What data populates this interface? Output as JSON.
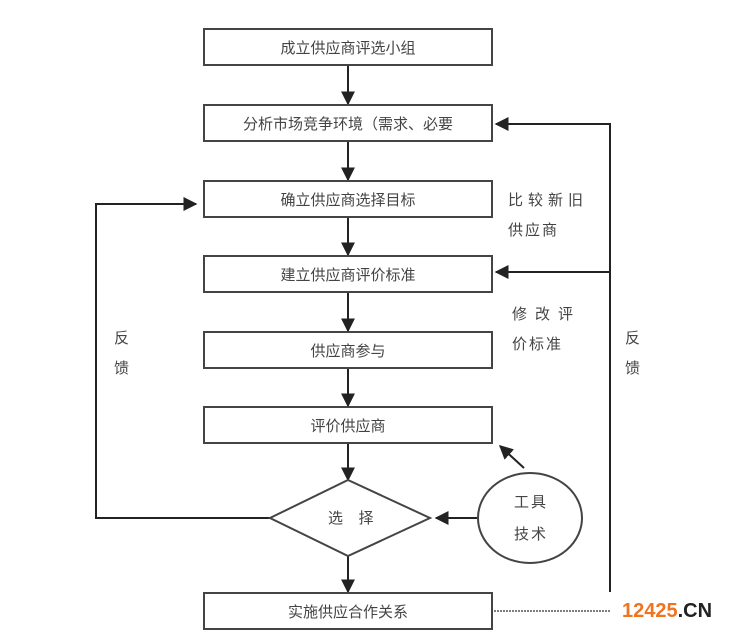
{
  "diagram": {
    "title": "",
    "steps": [
      {
        "id": "s1",
        "label": "成立供应商评选小组"
      },
      {
        "id": "s2",
        "label": "分析市场竞争环境（需求、必要"
      },
      {
        "id": "s3",
        "label": "确立供应商选择目标"
      },
      {
        "id": "s4",
        "label": "建立供应商评价标准"
      },
      {
        "id": "s5",
        "label": "供应商参与"
      },
      {
        "id": "s6",
        "label": "评价供应商"
      },
      {
        "id": "s7",
        "label": "实施供应合作关系"
      }
    ],
    "decision": {
      "id": "d1",
      "label": "选  择"
    },
    "tool_node": {
      "id": "t1",
      "line1": "工具",
      "line2": "技术"
    },
    "annotations": {
      "compare_line1": "比较新旧",
      "compare_line2": "供应商",
      "modify_line1": "修改评",
      "modify_line2": "价标准",
      "left_feedback_line1": "反",
      "left_feedback_line2": "馈",
      "right_feedback_line1": "反",
      "right_feedback_line2": "馈"
    },
    "edges": [
      {
        "from": "s1",
        "to": "s2"
      },
      {
        "from": "s2",
        "to": "s3"
      },
      {
        "from": "s3",
        "to": "s4"
      },
      {
        "from": "s4",
        "to": "s5"
      },
      {
        "from": "s5",
        "to": "s6"
      },
      {
        "from": "s6",
        "to": "d1"
      },
      {
        "from": "d1",
        "to": "s7"
      },
      {
        "from": "t1",
        "to": "s6"
      },
      {
        "from": "t1",
        "to": "d1"
      },
      {
        "from": "d1",
        "to": "s3",
        "label": "反馈"
      },
      {
        "from": "s7",
        "to": "s2",
        "label": "反馈"
      },
      {
        "from": "s7",
        "to": "s4"
      }
    ]
  },
  "watermark": {
    "number": "12425",
    "domain": ".CN"
  }
}
